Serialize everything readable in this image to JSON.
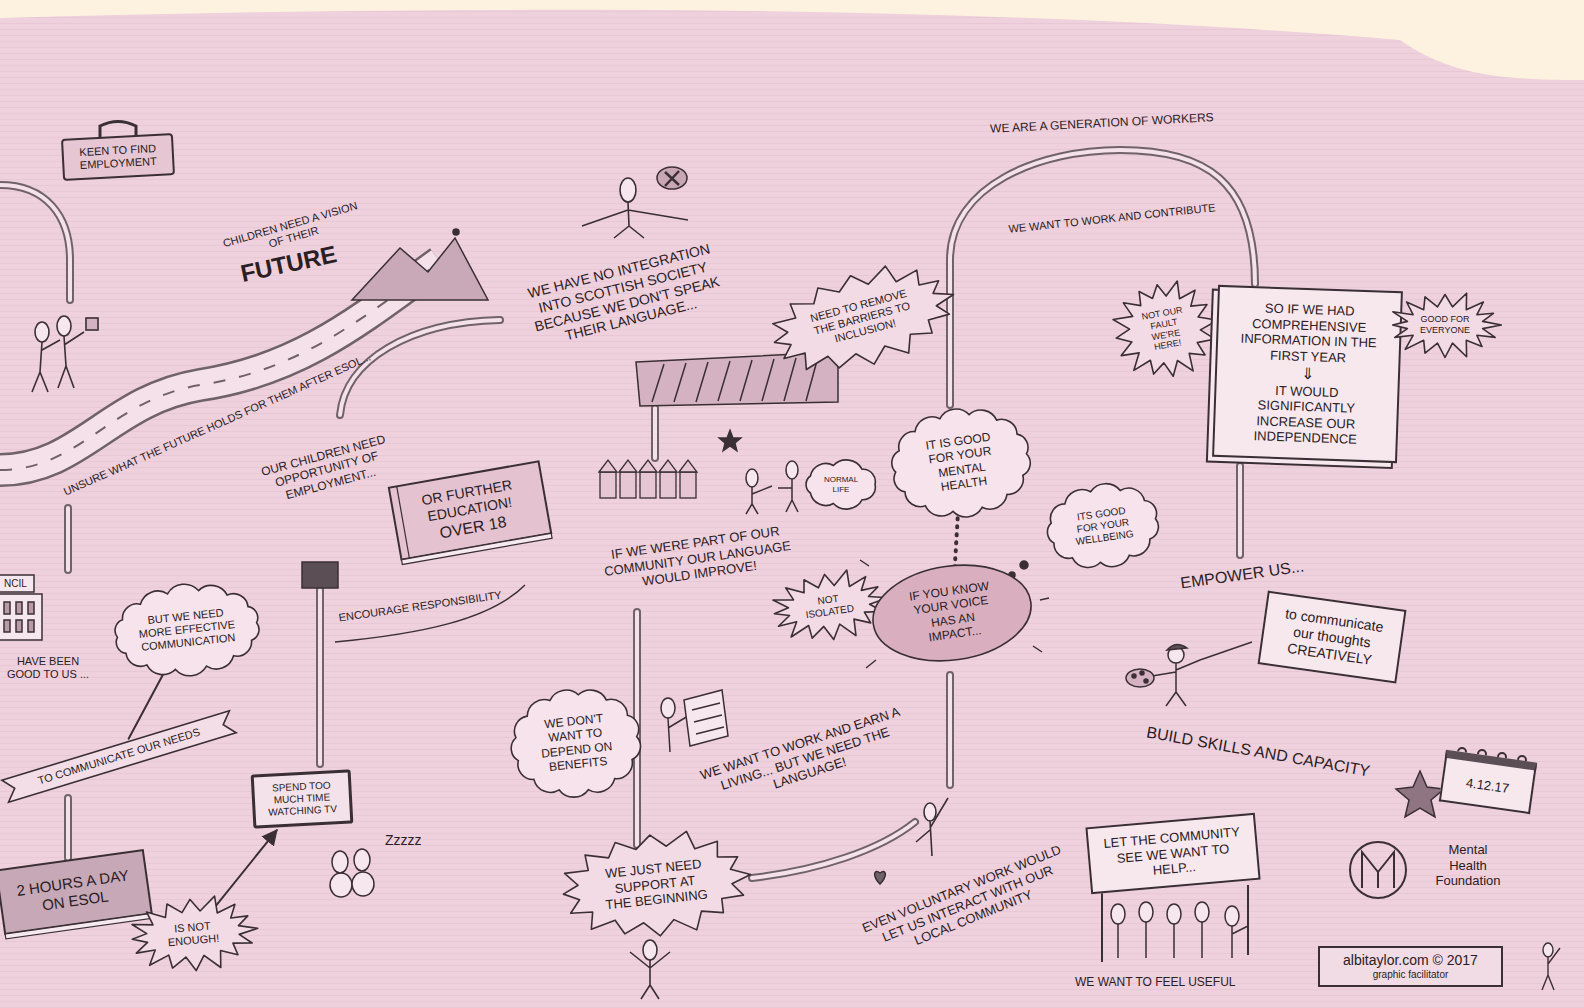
{
  "diagram": {
    "nodes": [
      {
        "text": [
          "KEEN TO FIND EMPLOYMENT"
        ]
      },
      {
        "text": [
          "BUT WE NEED MORE EFFECTIVE COMMUNICATION"
        ]
      },
      {
        "text": [
          "TO COMMUNICATE OUR NEEDS"
        ]
      },
      {
        "text": [
          "2 HOURS A DAY ON ESOL"
        ]
      },
      {
        "text": [
          "IS NOT ENOUGH!"
        ]
      },
      {
        "text": [
          "SPEND TOO MUCH TIME WATCHING TV"
        ]
      },
      {
        "text": [
          "OR FURTHER EDUCATION!",
          "OVER 18"
        ]
      },
      {
        "text": [
          "NEED TO REMOVE THE BARRIERS TO INCLUSION!"
        ]
      },
      {
        "text": [
          "NORMAL LIFE"
        ]
      },
      {
        "text": [
          "NOT ISOLATED"
        ]
      },
      {
        "text": [
          "WE DON'T WANT TO DEPEND ON BENEFITS"
        ]
      },
      {
        "text": [
          "WE JUST NEED SUPPORT AT THE BEGINNING"
        ]
      },
      {
        "text": [
          "IT IS GOOD FOR YOUR MENTAL HEALTH"
        ]
      },
      {
        "text": [
          "ITS GOOD FOR YOUR WELLBEING"
        ]
      },
      {
        "text": [
          "IF YOU KNOW YOUR VOICE HAS AN IMPACT..."
        ]
      },
      {
        "text": [
          "NOT OUR FAULT WE'RE HERE!"
        ]
      },
      {
        "text": [
          "SO IF WE HAD COMPREHENSIVE INFORMATION IN THE FIRST YEAR",
          "⇓",
          "IT WOULD SIGNIFICANTLY INCREASE OUR INDEPENDENCE"
        ]
      },
      {
        "text": [
          "GOOD FOR EVERYONE"
        ]
      },
      {
        "text": [
          "to communicate our thoughts CREATIVELY"
        ]
      },
      {
        "text": [
          "LET THE COMMUNITY SEE WE WANT TO HELP..."
        ]
      },
      {
        "text": [
          "4.12.17"
        ]
      },
      {
        "text": [
          "albitaylor.com © 2017",
          "graphic facilitator"
        ]
      }
    ],
    "edges": [
      {
        "from": 1,
        "to": 2,
        "arrow": "none"
      },
      {
        "from": 4,
        "to": 5,
        "arrow": "to"
      },
      {
        "from": 14,
        "to": 12,
        "arrow": "none"
      }
    ],
    "labels": [
      "CHILDREN NEED A VISION OF THEIR",
      "FUTURE",
      "UNSURE WHAT THE FUTURE HOLDS FOR THEM AFTER ESOL...",
      "NCIL",
      "HAVE BEEN GOOD TO US ...",
      "Zzzzz",
      "OUR CHILDREN NEED OPPORTUNITY OF EMPLOYMENT...",
      "ENCOURAGE RESPONSIBILITY",
      "WE HAVE NO INTEGRATION INTO SCOTTISH SOCIETY BECAUSE WE DON'T SPEAK THEIR LANGUAGE...",
      "IF WE WERE PART OF OUR COMMUNITY OUR LANGUAGE WOULD IMPROVE!",
      "WE WANT TO WORK AND EARN A LIVING... BUT WE NEED THE LANGUAGE!",
      "WE ARE A GENERATION OF WORKERS",
      "WE WANT TO WORK AND CONTRIBUTE",
      "EMPOWER US...",
      "BUILD SKILLS AND CAPACITY",
      "EVEN VOLUNTARY WORK WOULD LET US INTERACT WITH OUR LOCAL COMMUNITY",
      "WE WANT TO FEEL USEFUL",
      "Mental Health Foundation"
    ]
  }
}
